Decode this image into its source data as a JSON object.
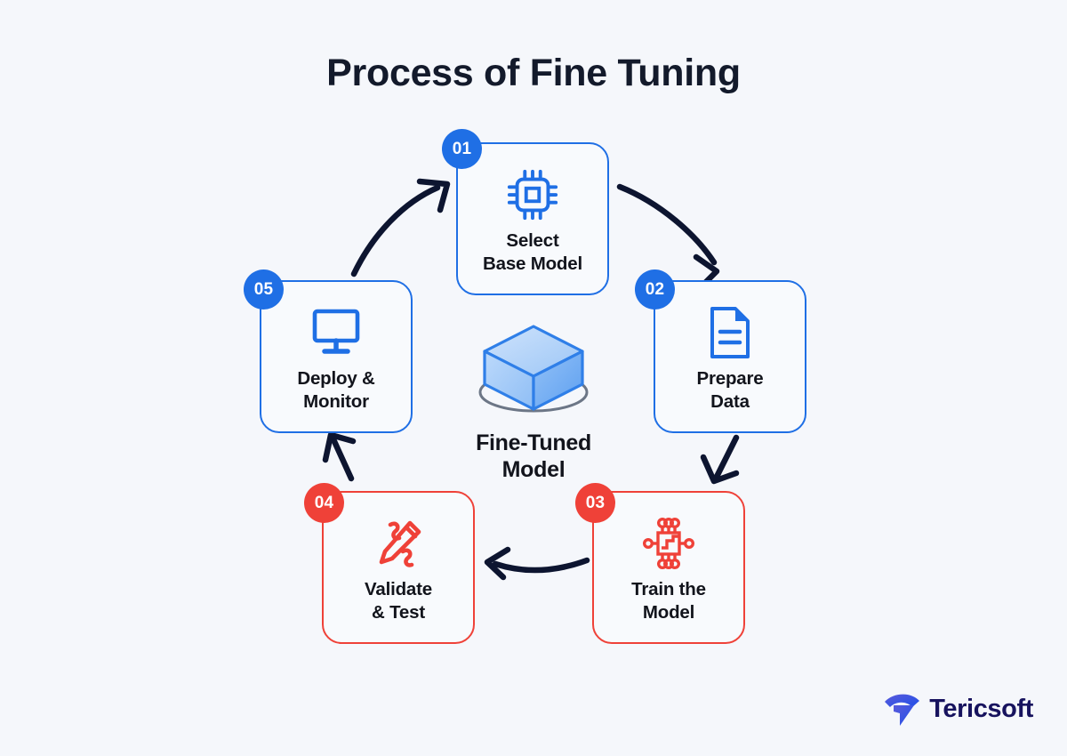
{
  "page": {
    "title": "Process of Fine Tuning",
    "background_color": "#f5f7fb",
    "title_color": "#131a2b"
  },
  "colors": {
    "blue": "#1f6fe5",
    "red": "#ef4138",
    "arrow": "#0d1530",
    "text": "#12141c",
    "brand_text": "#17135e"
  },
  "steps": [
    {
      "number": "01",
      "label": "Select\nBase Model",
      "label_line1": "Select",
      "label_line2": "Base Model",
      "icon": "cpu-chip-icon",
      "accent": "#1f6fe5"
    },
    {
      "number": "02",
      "label": "Prepare\nData",
      "label_line1": "Prepare",
      "label_line2": "Data",
      "icon": "document-icon",
      "accent": "#1f6fe5"
    },
    {
      "number": "03",
      "label": "Train the\nModel",
      "label_line1": "Train the",
      "label_line2": "Model",
      "icon": "neural-network-chip-icon",
      "accent": "#ef4138"
    },
    {
      "number": "04",
      "label": "Validate\n& Test",
      "label_line1": "Validate",
      "label_line2": "& Test",
      "icon": "pencil-edit-icon",
      "accent": "#ef4138"
    },
    {
      "number": "05",
      "label": "Deploy &\nMonitor",
      "label_line1": "Deploy &",
      "label_line2": "Monitor",
      "icon": "monitor-icon",
      "accent": "#1f6fe5"
    }
  ],
  "center": {
    "label_line1": "Fine-Tuned",
    "label_line2": "Model",
    "icon": "3d-cube-icon"
  },
  "brand": {
    "name": "Tericsoft",
    "icon": "tericsoft-wifi-logo-icon"
  }
}
